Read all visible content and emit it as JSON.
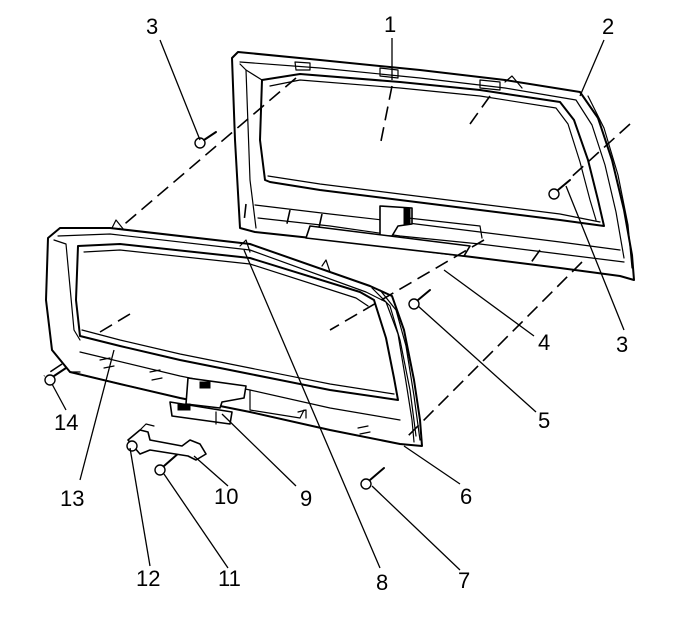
{
  "callouts": {
    "c1": "1",
    "c2": "2",
    "c3_top": "3",
    "c3_right": "3",
    "c4": "4",
    "c5": "5",
    "c6": "6",
    "c7": "7",
    "c8": "8",
    "c9": "9",
    "c10": "10",
    "c11": "11",
    "c12": "12",
    "c13": "13",
    "c14": "14"
  }
}
